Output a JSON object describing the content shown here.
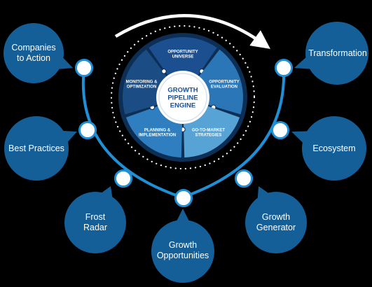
{
  "engine": {
    "title_lines": [
      "GROWTH",
      "PIPELINE",
      "ENGINE"
    ],
    "segments": [
      {
        "lines": [
          "OPPORTUNITY",
          "UNIVERSE"
        ]
      },
      {
        "lines": [
          "OPPORTUNITY",
          "EVALUATION"
        ]
      },
      {
        "lines": [
          "GO-TO-MARKET",
          "STRATEGIES"
        ]
      },
      {
        "lines": [
          "PLANNING &",
          "IMPLEMENTATION"
        ]
      },
      {
        "lines": [
          "MONITORING &",
          "OPTIMIZATION"
        ]
      }
    ]
  },
  "bubbles": {
    "companies_to_action": "Companies\nto Action",
    "best_practices": "Best Practices",
    "frost_radar": "Frost\nRadar",
    "growth_opportunities": "Growth\nOpportunities",
    "growth_generator": "Growth\nGenerator",
    "ecosystem": "Ecosystem",
    "transformation": "Transformation"
  },
  "colors": {
    "background": "#000000",
    "bubble_blue": "#155f99",
    "connector_blue": "#1f8fd6",
    "segment_blues": [
      "#1c4f8f",
      "#2a76b7",
      "#57a3d6",
      "#2f7fc0",
      "#1b4c83"
    ],
    "hub_text": "#1c4f8f"
  },
  "icons": [
    "rotation-arrow-icon",
    "dotted-orbit-icon",
    "gear-icon"
  ]
}
